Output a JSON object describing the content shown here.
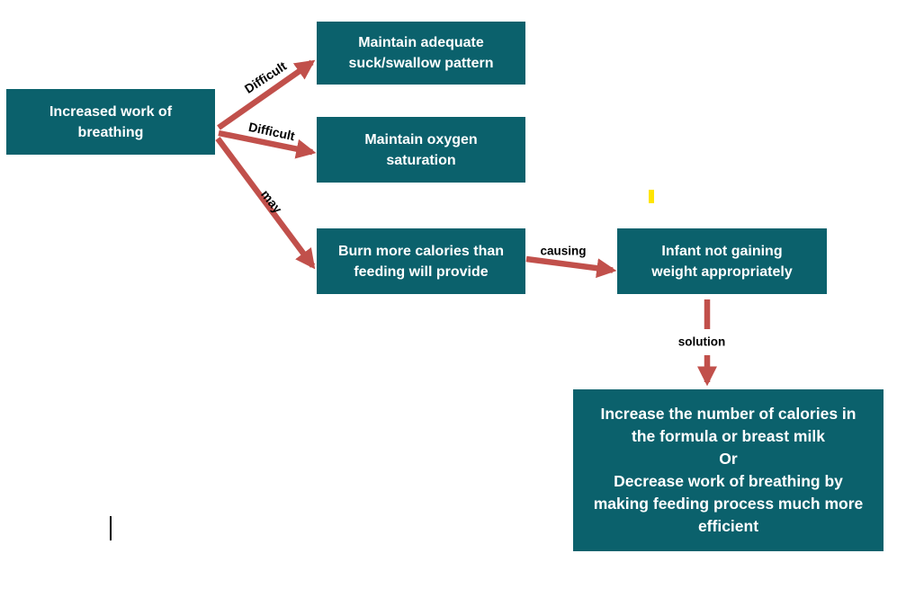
{
  "colors": {
    "node_fill": "#0B616C",
    "node_text": "#FFFFFF",
    "arrow": "#C1504B",
    "edge_label_text": "#000000",
    "highlight_mark": "#FFE500",
    "artifact_line": "#000000"
  },
  "nodes": {
    "increased_work": {
      "text": [
        "Increased work of",
        "breathing"
      ]
    },
    "maintain_suck": {
      "text": [
        "Maintain adequate",
        "suck/swallow pattern"
      ]
    },
    "maintain_oxygen": {
      "text": [
        "Maintain oxygen",
        "saturation"
      ]
    },
    "burn_calories": {
      "text": [
        "Burn more calories than",
        "feeding will provide"
      ]
    },
    "infant_weight": {
      "text": [
        "Infant not gaining",
        "weight appropriately"
      ]
    },
    "solution_box": {
      "text": [
        "Increase the number of calories in",
        "the formula or breast milk",
        "Or",
        "Decrease work of breathing by",
        "making feeding process much more",
        "efficient"
      ]
    }
  },
  "edge_labels": {
    "difficult_top": "Difficult",
    "difficult_mid": "Difficult",
    "may": "may",
    "causing": "causing",
    "solution": "solution"
  }
}
